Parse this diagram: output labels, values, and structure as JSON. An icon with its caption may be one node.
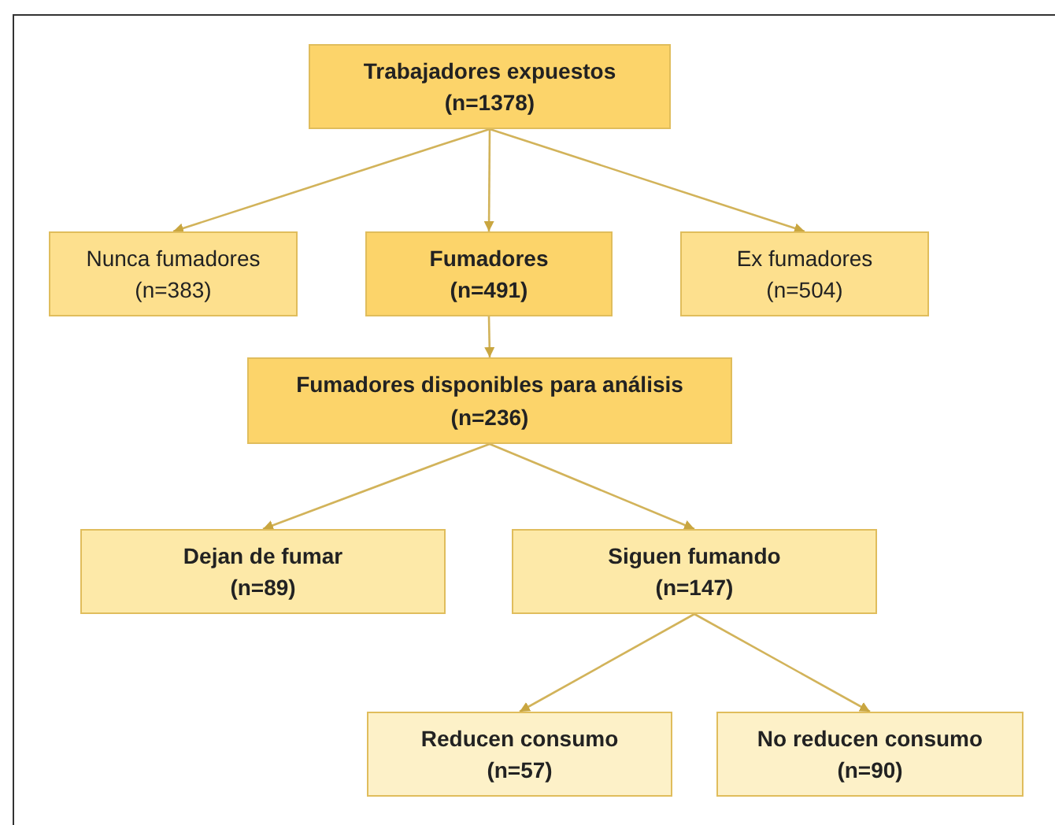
{
  "diagram": {
    "nodes": [
      {
        "text": [
          "Trabajadores expuestos",
          "(n=1378)"
        ]
      },
      {
        "text": [
          "Nunca fumadores",
          "(n=383)"
        ]
      },
      {
        "text": [
          "Fumadores",
          "(n=491)"
        ]
      },
      {
        "text": [
          "Ex fumadores",
          "(n=504)"
        ]
      },
      {
        "text": [
          "Fumadores disponibles para análisis",
          "(n=236)"
        ]
      },
      {
        "text": [
          "Dejan de fumar",
          "(n=89)"
        ]
      },
      {
        "text": [
          "Siguen fumando",
          "(n=147)"
        ]
      },
      {
        "text": [
          "Reducen consumo",
          "(n=57)"
        ]
      },
      {
        "text": [
          "No reducen consumo",
          "(n=90)"
        ]
      }
    ],
    "edges": [
      {
        "from": 0,
        "to": 1,
        "arrow": "to"
      },
      {
        "from": 0,
        "to": 2,
        "arrow": "to"
      },
      {
        "from": 0,
        "to": 3,
        "arrow": "to"
      },
      {
        "from": 2,
        "to": 4,
        "arrow": "to"
      },
      {
        "from": 4,
        "to": 5,
        "arrow": "to"
      },
      {
        "from": 4,
        "to": 6,
        "arrow": "to"
      },
      {
        "from": 6,
        "to": 7,
        "arrow": "to"
      },
      {
        "from": 6,
        "to": 8,
        "arrow": "to"
      }
    ]
  }
}
